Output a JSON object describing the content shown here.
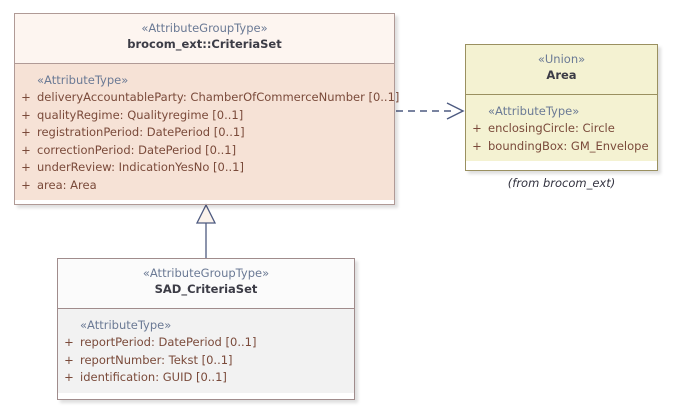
{
  "diagram": {
    "type": "uml-class-diagram",
    "colors": {
      "criteriaset_header_bg": "#fdf5f0",
      "criteriaset_body_bg": "#f6e2d6",
      "criteriaset_border": "#b09a96",
      "union_bg": "#f4f2d2",
      "union_border": "#9a9060",
      "plain_header_bg": "#fbfbfb",
      "plain_body_bg": "#f2f2f2",
      "plain_border": "#a08c8c",
      "stereotype_text": "#6b7a95",
      "attribute_text": "#7a4a3a",
      "classname_text": "#3c3c46",
      "connector": "#4d5a80"
    },
    "classes": [
      {
        "id": "criteriaset",
        "stereotype": "«AttributeGroupType»",
        "name": "brocom_ext::CriteriaSet",
        "body_stereotype": "«AttributeType»",
        "attributes": [
          {
            "visibility": "+",
            "text": "deliveryAccountableParty: ChamberOfCommerceNumber [0..1]"
          },
          {
            "visibility": "+",
            "text": "qualityRegime: Qualityregime [0..1]"
          },
          {
            "visibility": "+",
            "text": "registrationPeriod: DatePeriod [0..1]"
          },
          {
            "visibility": "+",
            "text": "correctionPeriod: DatePeriod [0..1]"
          },
          {
            "visibility": "+",
            "text": "underReview: IndicationYesNo [0..1]"
          },
          {
            "visibility": "+",
            "text": "area: Area"
          }
        ]
      },
      {
        "id": "area",
        "stereotype": "«Union»",
        "name": "Area",
        "body_stereotype": "«AttributeType»",
        "package_note": "(from brocom_ext)",
        "attributes": [
          {
            "visibility": "+",
            "text": "enclosingCircle: Circle"
          },
          {
            "visibility": "+",
            "text": "boundingBox: GM_Envelope"
          }
        ]
      },
      {
        "id": "sad_criteriaset",
        "stereotype": "«AttributeGroupType»",
        "name": "SAD_CriteriaSet",
        "body_stereotype": "«AttributeType»",
        "attributes": [
          {
            "visibility": "+",
            "text": "reportPeriod: DatePeriod [0..1]"
          },
          {
            "visibility": "+",
            "text": "reportNumber: Tekst [0..1]"
          },
          {
            "visibility": "+",
            "text": "identification: GUID [0..1]"
          }
        ]
      }
    ],
    "connectors": [
      {
        "id": "generalization",
        "kind": "generalization",
        "from": "sad_criteriaset",
        "to": "criteriaset",
        "line_style": "solid",
        "arrow": "hollow-triangle"
      },
      {
        "id": "dependency",
        "kind": "dependency",
        "from": "criteriaset",
        "to": "area",
        "line_style": "dashed",
        "arrow": "open"
      }
    ]
  }
}
